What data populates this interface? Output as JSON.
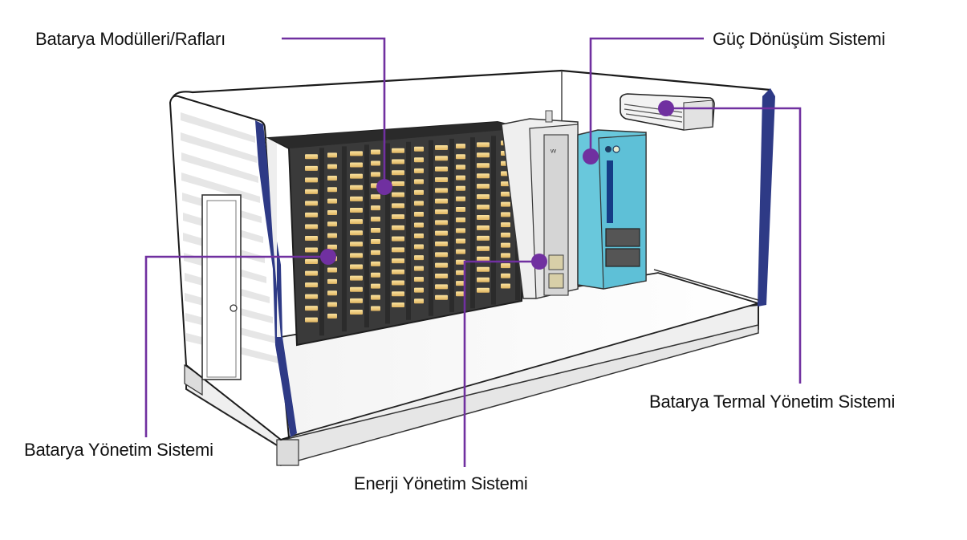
{
  "diagram": {
    "subject": "Battery energy storage container (cutaway)",
    "accent_color": "#7030a0",
    "wall_edge_color": "#2e3a86",
    "components": [
      {
        "id": "battery-modules",
        "label": "Batarya Modülleri/Rafları"
      },
      {
        "id": "power-conversion",
        "label": "Güç Dönüşüm Sistemi"
      },
      {
        "id": "thermal-management",
        "label": "Batarya Termal Yönetim Sistemi"
      },
      {
        "id": "battery-management",
        "label": "Batarya Yönetim Sistemi"
      },
      {
        "id": "energy-management",
        "label": "Enerji Yönetim Sistemi"
      }
    ]
  }
}
